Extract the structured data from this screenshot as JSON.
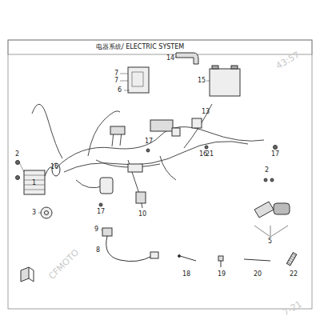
{
  "diagram": {
    "title": "电器系统/ ELECTRIC SYSTEM",
    "labels": [
      "16",
      "7",
      "7",
      "6",
      "14",
      "15",
      "13",
      "17",
      "16",
      "21",
      "17",
      "2",
      "1",
      "2",
      "3",
      "17",
      "10",
      "9",
      "8",
      "5",
      "18",
      "19",
      "20",
      "22",
      "CFMOTO",
      "43:57",
      "7-21"
    ]
  }
}
